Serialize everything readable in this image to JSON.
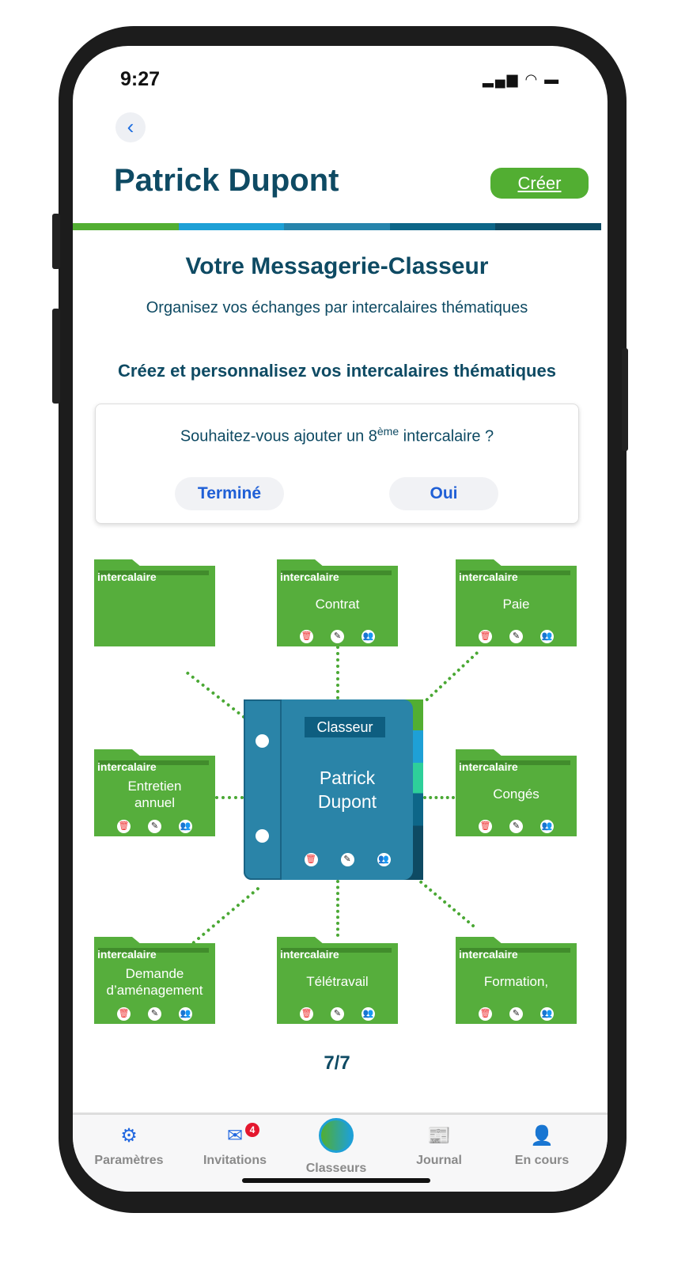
{
  "status": {
    "time": "9:27"
  },
  "header": {
    "title": "Patrick Dupont",
    "create_label": "Créer"
  },
  "colors": {
    "green": "#52ae32",
    "navy": "#0e4a63",
    "binder": "#2a84a8"
  },
  "intro": {
    "heading": "Votre Messagerie-Classeur",
    "subtitle": "Organisez vos échanges par intercalaires thématiques",
    "section": "Créez et personnalisez vos intercalaires thématiques"
  },
  "prompt": {
    "question_before": "Souhaitez-vous ajouter un 8",
    "question_sup": "ème",
    "question_after": " intercalaire ?",
    "done": "Terminé",
    "yes": "Oui"
  },
  "binder": {
    "tag": "Classeur",
    "name_line1": "Patrick",
    "name_line2": "Dupont"
  },
  "folders": [
    {
      "tag": "intercalaire",
      "name": ""
    },
    {
      "tag": "intercalaire",
      "name": "Contrat"
    },
    {
      "tag": "intercalaire",
      "name": "Paie"
    },
    {
      "tag": "intercalaire",
      "name": "Entretien annuel"
    },
    {
      "tag": "intercalaire",
      "name": "Congés"
    },
    {
      "tag": "intercalaire",
      "name": "Demande d’aménagement"
    },
    {
      "tag": "intercalaire",
      "name": "Télétravail"
    },
    {
      "tag": "intercalaire",
      "name": "Formation,"
    }
  ],
  "pagination": "7/7",
  "nav": [
    {
      "label": "Paramètres"
    },
    {
      "label": "Invitations",
      "badge": "4"
    },
    {
      "label": "Classeurs"
    },
    {
      "label": "Journal"
    },
    {
      "label": "En cours"
    }
  ]
}
